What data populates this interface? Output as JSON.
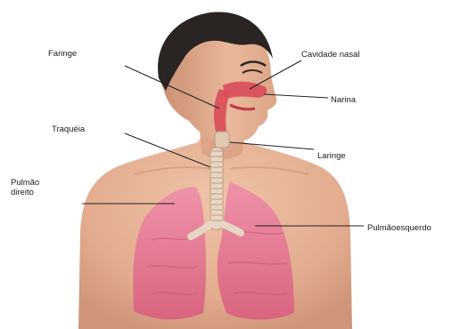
{
  "labels": {
    "faringe": "Faringe",
    "cavidade_nasal": "Cavidade nasal",
    "narina": "Narina",
    "traqueia": "Traquéia",
    "laringe": "Laringe",
    "pulmao_direito": "Pulmão direito",
    "pulmao_esquerdo": "Pulmãoesquerdo"
  },
  "colors": {
    "skin": "#e9b89a",
    "skin_shadow": "#cf957a",
    "hair": "#2a2522",
    "lung": "#e27c95",
    "lung_dark": "#c85a76",
    "airway": "#d94b57",
    "trachea": "#e8d6c4",
    "leader_line": "#222222"
  }
}
